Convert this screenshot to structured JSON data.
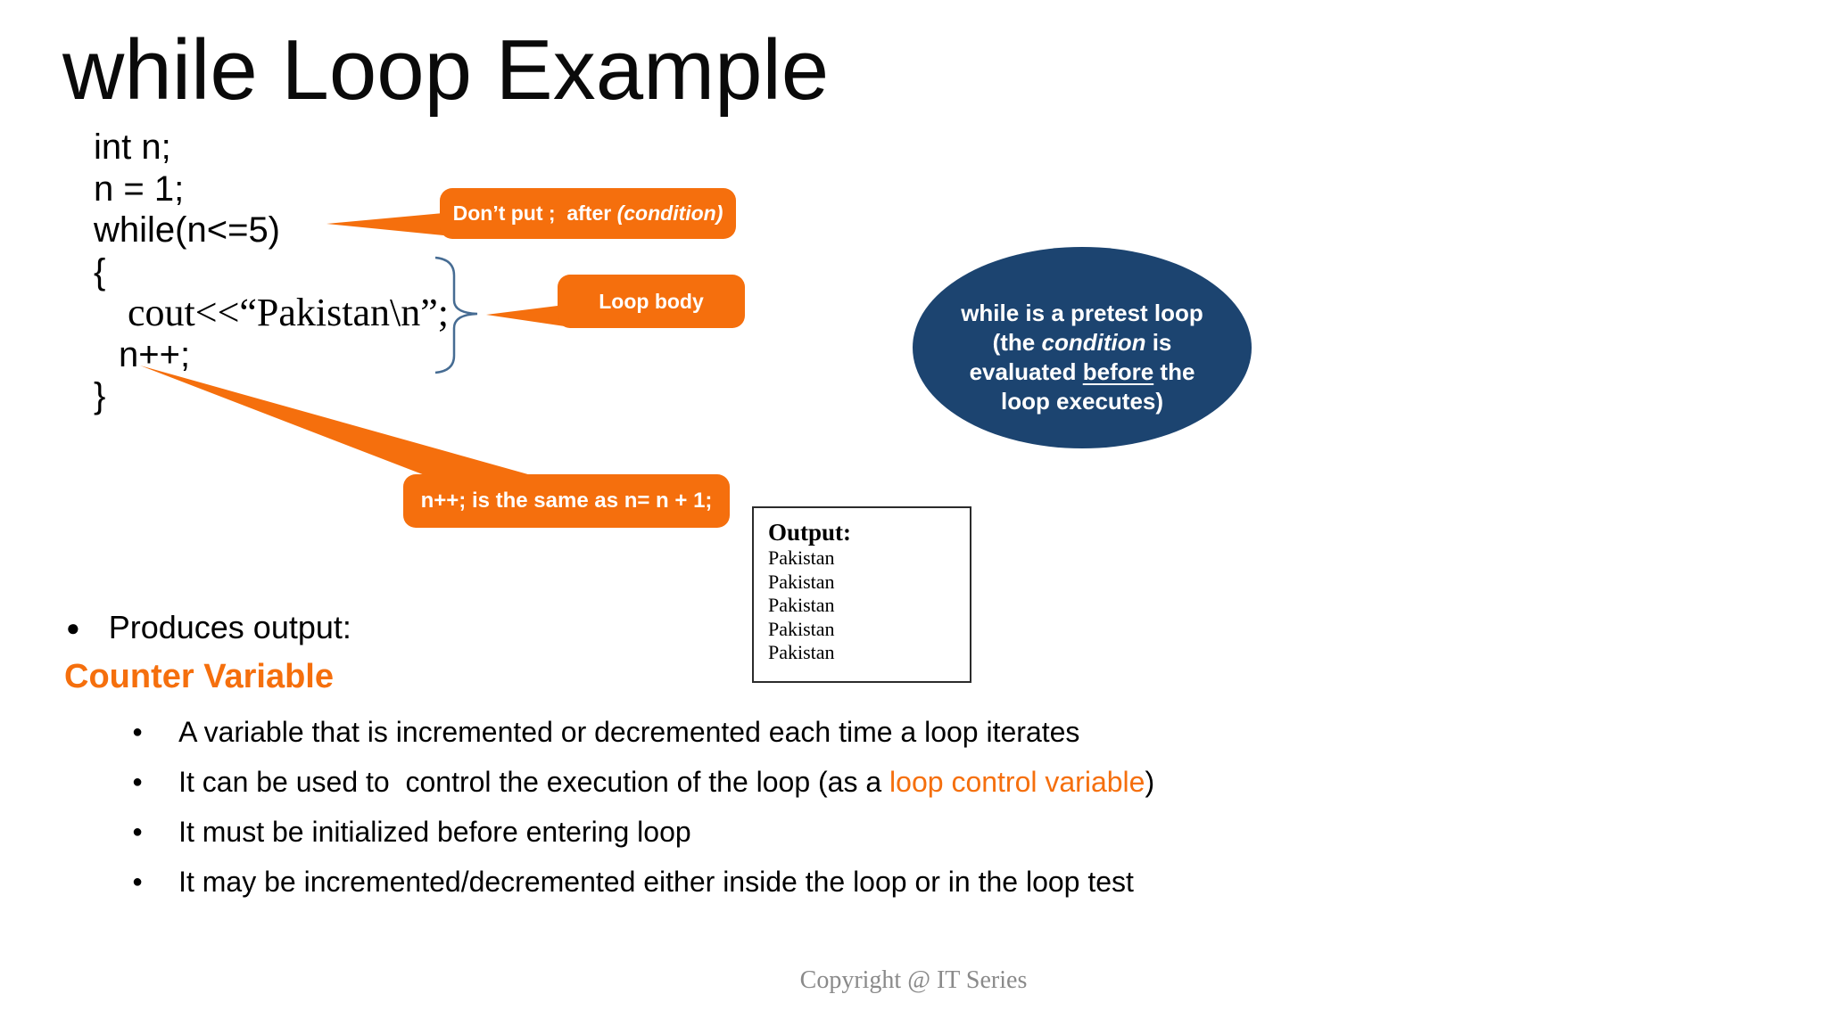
{
  "title": "while Loop Example",
  "code": {
    "lines": [
      "int n;",
      "n = 1;",
      "while(n<=5)",
      "{",
      "cout<<“Pakistan\\n”;",
      "n++;",
      "}"
    ]
  },
  "callouts": {
    "condition_pre": "Don’t put ;  after ",
    "condition_italic": "(condition)",
    "loop_body": "Loop body",
    "increment": "n++; is the same as n= n + 1;"
  },
  "pretest_ellipse": {
    "p1": "while is a pretest loop (the ",
    "italic": "condition",
    "p2": " is evaluated ",
    "underline": "before",
    "p3": " the loop executes)"
  },
  "output_box": {
    "title": "Output:",
    "lines": [
      "Pakistan",
      "Pakistan",
      "Pakistan",
      "Pakistan",
      "Pakistan"
    ]
  },
  "bullets": {
    "produces": "Produces output:"
  },
  "counter_section": {
    "heading": "Counter Variable",
    "items": [
      {
        "text": "A variable that is incremented or decremented each time a loop iterates"
      },
      {
        "pre": "It can be used to  control the execution of the loop (as a ",
        "highlight": "loop control variable",
        "post": ")"
      },
      {
        "text": "It must be initialized before entering loop"
      },
      {
        "text": "It may be incremented/decremented either inside the loop or in the loop test"
      }
    ]
  },
  "footer": "Copyright @ IT Series",
  "colors": {
    "accent_orange": "#F56F0D",
    "navy_ellipse": "#1C4470",
    "brace_blue": "#466C93",
    "footer_gray": "#8A8A8A"
  }
}
